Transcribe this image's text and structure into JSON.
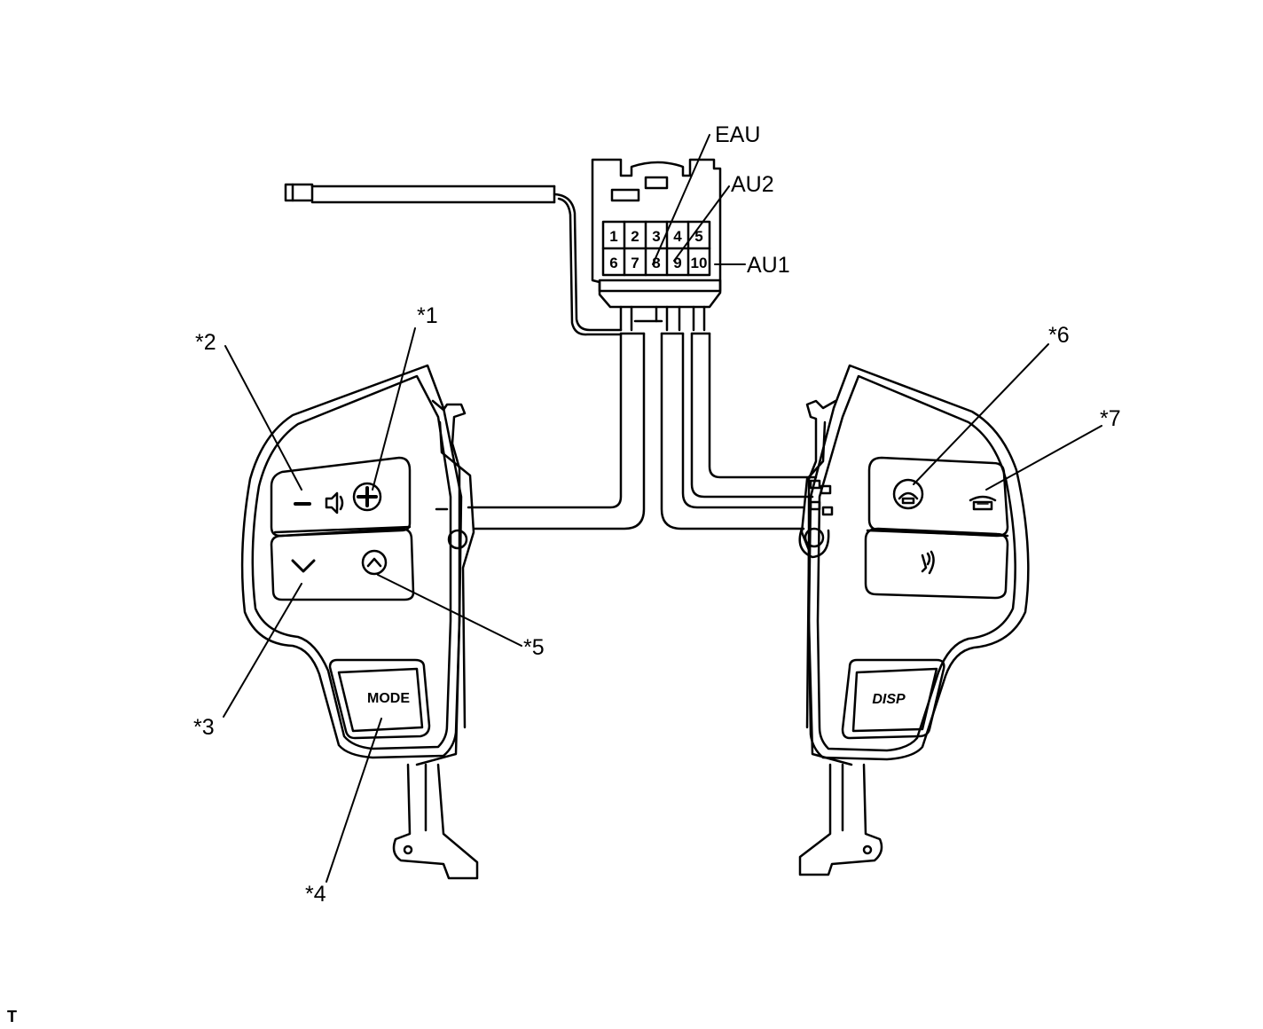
{
  "connector": {
    "pins_row1": [
      "1",
      "2",
      "3",
      "4",
      "5"
    ],
    "pins_row2": [
      "6",
      "7",
      "8",
      "9",
      "10"
    ],
    "terminals": {
      "eau": "EAU",
      "au2": "AU2",
      "au1": "AU1"
    }
  },
  "left_switch": {
    "callouts": {
      "c1": "*1",
      "c2": "*2",
      "c3": "*3",
      "c4": "*4",
      "c5": "*5"
    },
    "mode_label": "MODE"
  },
  "right_switch": {
    "callouts": {
      "c6": "*6",
      "c7": "*7"
    },
    "disp_label": "DISP"
  },
  "corner_mark": "T"
}
